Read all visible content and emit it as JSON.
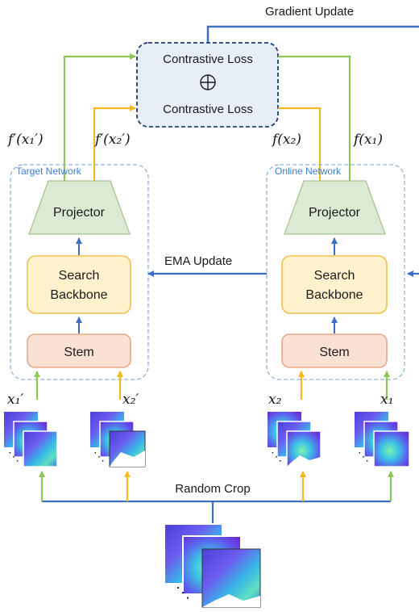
{
  "labels": {
    "gradient_update": "Gradient Update",
    "contrastive_loss_top": "Contrastive Loss",
    "contrastive_loss_bottom": "Contrastive Loss",
    "ema_update": "EMA Update",
    "random_crop": "Random Crop"
  },
  "target_network": {
    "title": "Target Network",
    "projector": "Projector",
    "backbone_line1": "Search",
    "backbone_line2": "Backbone",
    "stem": "Stem",
    "out_green": "f′(x₁′)",
    "out_yellow": "f′(x₂′)",
    "in_green": "x₁′",
    "in_yellow": "x₂′"
  },
  "online_network": {
    "title": "Online Network",
    "projector": "Projector",
    "backbone_line1": "Search",
    "backbone_line2": "Backbone",
    "stem": "Stem",
    "out_yellow": "f(x₂)",
    "out_green": "f(x₁)",
    "in_yellow": "x₂",
    "in_green": "x₁"
  },
  "colors": {
    "green_path": "#8cc653",
    "yellow_path": "#f6b91b",
    "blue_path": "#3d6fc4",
    "projector_fill": "#dce9d3",
    "backbone_fill": "#fff2cc",
    "stem_fill": "#fbe0d4",
    "loss_fill": "#e7eef8"
  }
}
